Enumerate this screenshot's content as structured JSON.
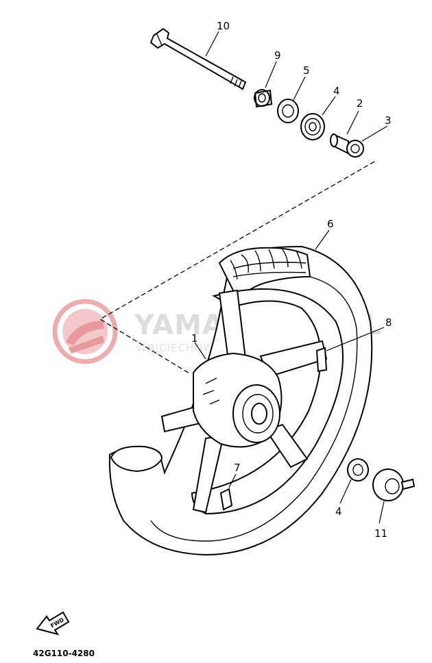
{
  "watermark": {
    "title": "YAMA-SKLEP.PL",
    "subtitle": "WOJCIECHOWSKI | DEALER YAMAHA",
    "logo_color": "#e9a0a3"
  },
  "callouts": {
    "p10": "10",
    "p9": "9",
    "p5": "5",
    "p4_upper": "4",
    "p2": "2",
    "p3": "3",
    "p6": "6",
    "p8": "8",
    "p1": "1",
    "p7": "7",
    "p4_lower": "4",
    "p11": "11"
  },
  "fwd_label": "FWD",
  "diagram_code": "42G110-4280"
}
